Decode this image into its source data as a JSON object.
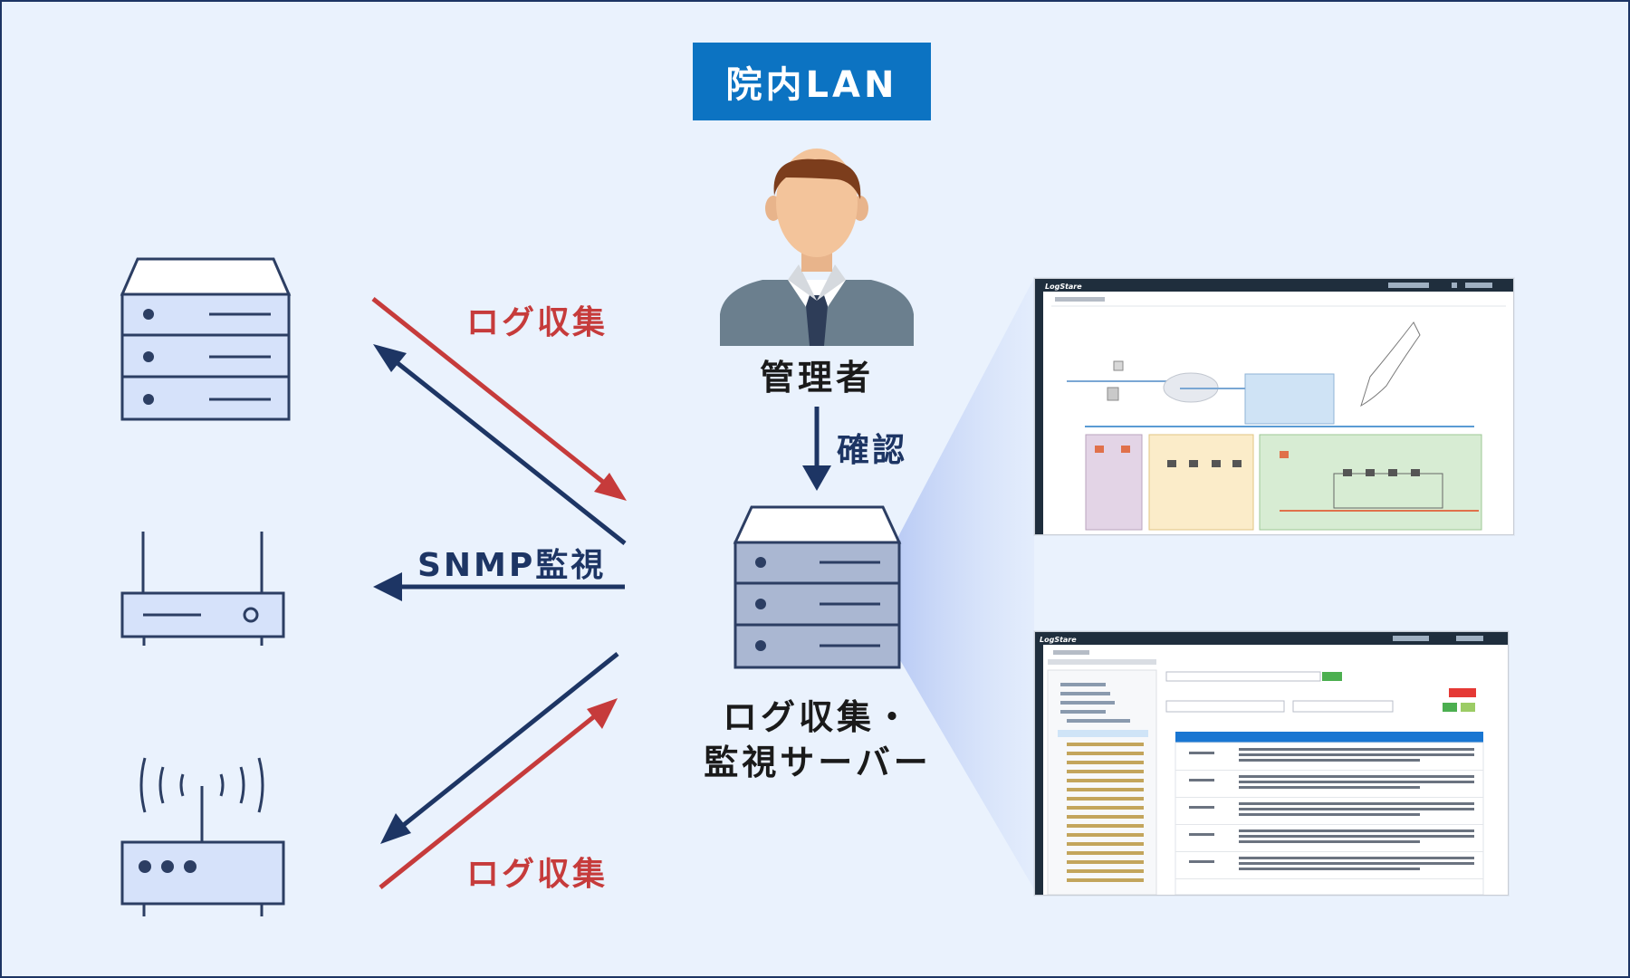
{
  "title": "院内LAN",
  "labels": {
    "log_collect_top": "ログ収集",
    "snmp": "SNMP監視",
    "log_collect_bottom": "ログ収集",
    "admin": "管理者",
    "confirm": "確認",
    "server_line1": "ログ収集・",
    "server_line2": "監視サーバー"
  },
  "screens": {
    "top": {
      "brand": "LogStare"
    },
    "bottom": {
      "brand": "LogStare"
    }
  },
  "colors": {
    "red_arrow": "#c63b3b",
    "navy_arrow": "#1d3564",
    "title_bg": "#0c73c2",
    "device_fill": "#d6e2fa",
    "server_fill": "#aab7d2"
  }
}
